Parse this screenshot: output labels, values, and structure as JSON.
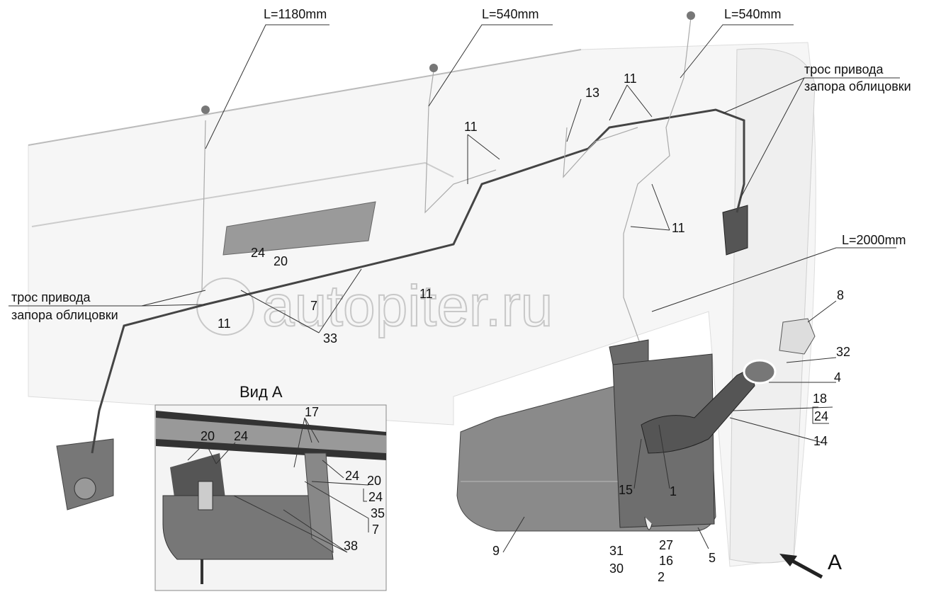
{
  "watermark": "autopiter.ru",
  "lengths": {
    "l1": "L=1180mm",
    "l2": "L=540mm",
    "l3": "L=540mm",
    "l4": "L=2000mm"
  },
  "cable_note_right": {
    "line1": "трос привода",
    "line2": "запора облицовки"
  },
  "cable_note_left": {
    "line1": "трос привода",
    "line2": "запора облицовки"
  },
  "main_callouts": [
    "13",
    "11",
    "11",
    "11",
    "11",
    "11",
    "24",
    "20",
    "7",
    "33",
    "8",
    "32",
    "4",
    "18",
    "24",
    "14",
    "15",
    "1",
    "5",
    "27",
    "31",
    "16",
    "30",
    "2",
    "9"
  ],
  "view_arrow_label": "A",
  "inset": {
    "title": "Вид А",
    "callouts": [
      "17",
      "20",
      "24",
      "24",
      "20",
      "24",
      "35",
      "7",
      "38"
    ]
  }
}
